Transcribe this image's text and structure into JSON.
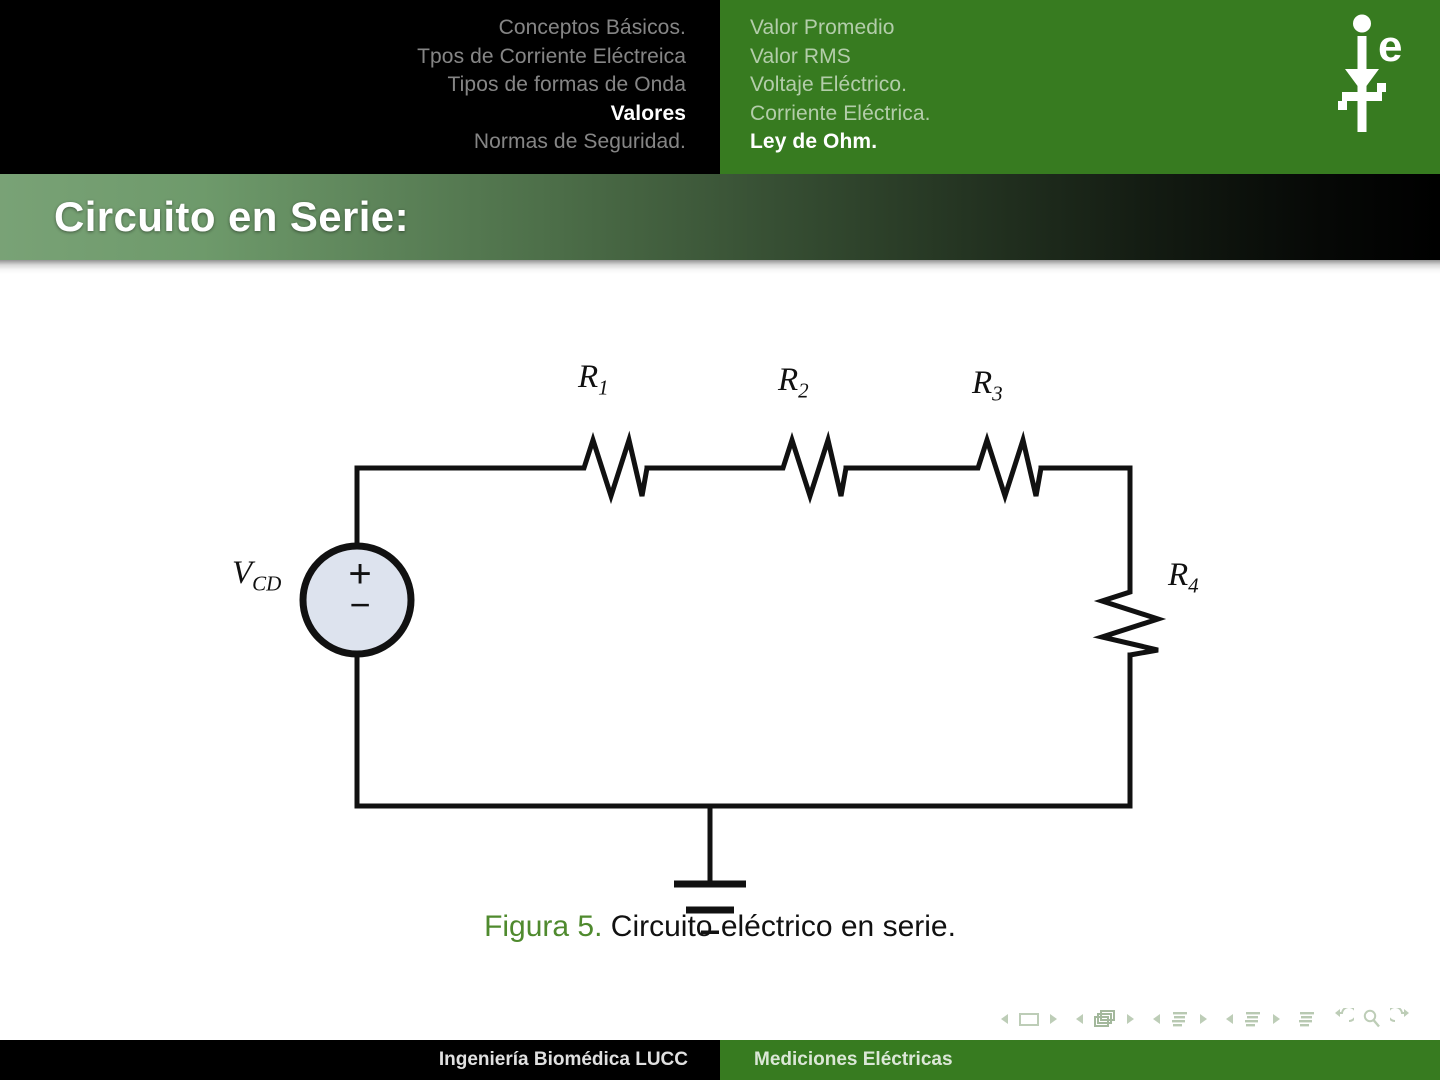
{
  "navbar": {
    "left_items": [
      {
        "label": "Conceptos Básicos.",
        "active": false
      },
      {
        "label": "Tpos de Corriente Eléctreica",
        "active": false
      },
      {
        "label": "Tipos de formas de Onda",
        "active": false
      },
      {
        "label": "Valores",
        "active": true
      },
      {
        "label": "Normas de Seguridad.",
        "active": false
      }
    ],
    "right_items": [
      {
        "label": "Valor Promedio",
        "active": false
      },
      {
        "label": "Valor RMS",
        "active": false
      },
      {
        "label": "Voltaje Eléctrico.",
        "active": false
      },
      {
        "label": "Corriente Eléctrica.",
        "active": false
      },
      {
        "label": "Ley de Ohm.",
        "active": true
      }
    ],
    "logo_icon": "zener-diode-ie-logo-icon",
    "logo_letter": "e"
  },
  "title": {
    "text": "Circuito en Serie:"
  },
  "figure": {
    "caption_label": "Figura 5.",
    "caption_text": "Circuito eléctrico en serie.",
    "source_label": "V",
    "source_sub": "CD",
    "source_plus": "+",
    "source_minus": "−",
    "resistors": [
      {
        "label": "R",
        "sub": "1",
        "orientation": "horizontal"
      },
      {
        "label": "R",
        "sub": "2",
        "orientation": "horizontal"
      },
      {
        "label": "R",
        "sub": "3",
        "orientation": "horizontal"
      },
      {
        "label": "R",
        "sub": "4",
        "orientation": "vertical"
      }
    ],
    "ground_symbol": "earth-ground-icon"
  },
  "nav_symbols": {
    "groups": [
      {
        "prev": "prev-slide-icon",
        "target": "slide-icon",
        "next": "next-slide-icon"
      },
      {
        "prev": "prev-frame-icon",
        "target": "frames-icon",
        "next": "next-frame-icon"
      },
      {
        "prev": "prev-subsection-icon",
        "target": "subsection-icon",
        "next": "next-subsection-icon"
      },
      {
        "prev": "prev-section-icon",
        "target": "section-icon",
        "next": "next-section-icon"
      }
    ],
    "doc_icon": "document-icon",
    "back_icon": "back-arrow-icon",
    "search_icon": "search-icon",
    "forward_icon": "forward-arrow-icon"
  },
  "footer": {
    "left_text": "Ingeniería Biomédica LUCC",
    "right_text": "Mediciones Eléctricas"
  },
  "colors": {
    "brand_green": "#377B20",
    "caption_green": "#4f8a2e",
    "black": "#000000",
    "source_fill": "#dde3ee"
  }
}
